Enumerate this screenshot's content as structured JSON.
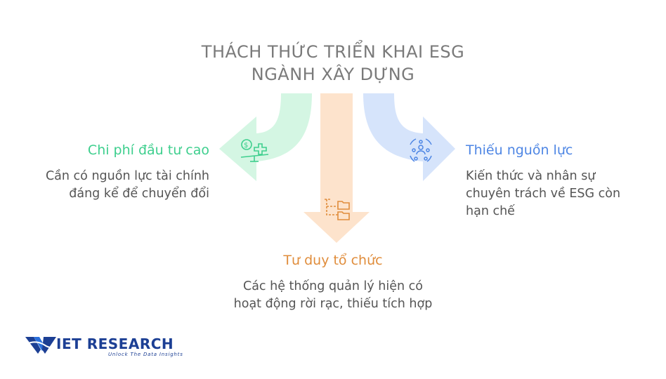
{
  "title": {
    "line1": "THÁCH THỨC TRIỂN KHAI ESG",
    "line2": "NGÀNH XÂY DỰNG"
  },
  "items": [
    {
      "heading": "Chi phí đầu tư cao",
      "desc_lines": [
        "Cần có nguồn lực tài chính",
        "đáng kể để chuyển đổi"
      ],
      "color": "#3ecf8e",
      "icon": "money-balance-icon"
    },
    {
      "heading": "Tư duy tổ chức",
      "desc_lines": [
        "Các hệ thống quản lý hiện có",
        "hoạt động rời rạc, thiếu tích hợp"
      ],
      "color": "#e08d3c",
      "icon": "folder-structure-icon"
    },
    {
      "heading": "Thiếu nguồn lực",
      "desc_lines": [
        "Kiến thức và nhân sự",
        "chuyên trách về ESG còn",
        "hạn chế"
      ],
      "color": "#4e86e4",
      "icon": "team-network-icon"
    }
  ],
  "logo": {
    "text": "IET RESEARCH",
    "tagline": "Unlock The Data Insights"
  }
}
